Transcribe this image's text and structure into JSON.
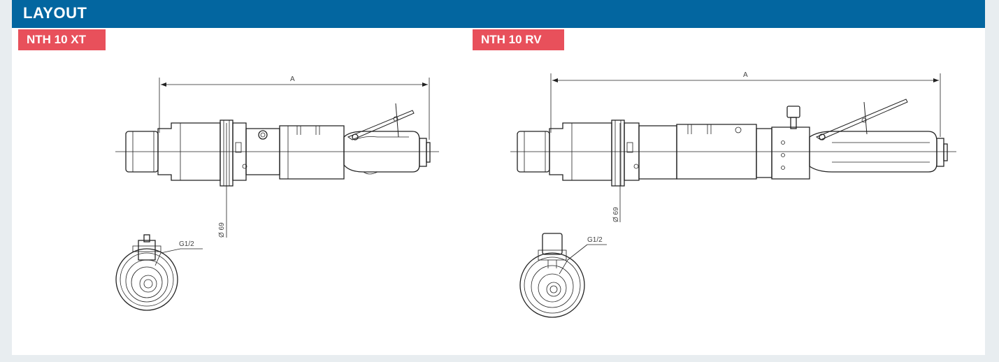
{
  "header": {
    "title": "LAYOUT"
  },
  "tools": [
    {
      "name": "NTH 10 XT",
      "length_label": "A",
      "diameter_label": "Ø 69",
      "thread_label": "G1/2"
    },
    {
      "name": "NTH 10 RV",
      "length_label": "A",
      "diameter_label": "Ø 69",
      "thread_label": "G1/2"
    }
  ],
  "colors": {
    "header": "#0366a0",
    "tag": "#e8505b",
    "line": "#222222"
  }
}
